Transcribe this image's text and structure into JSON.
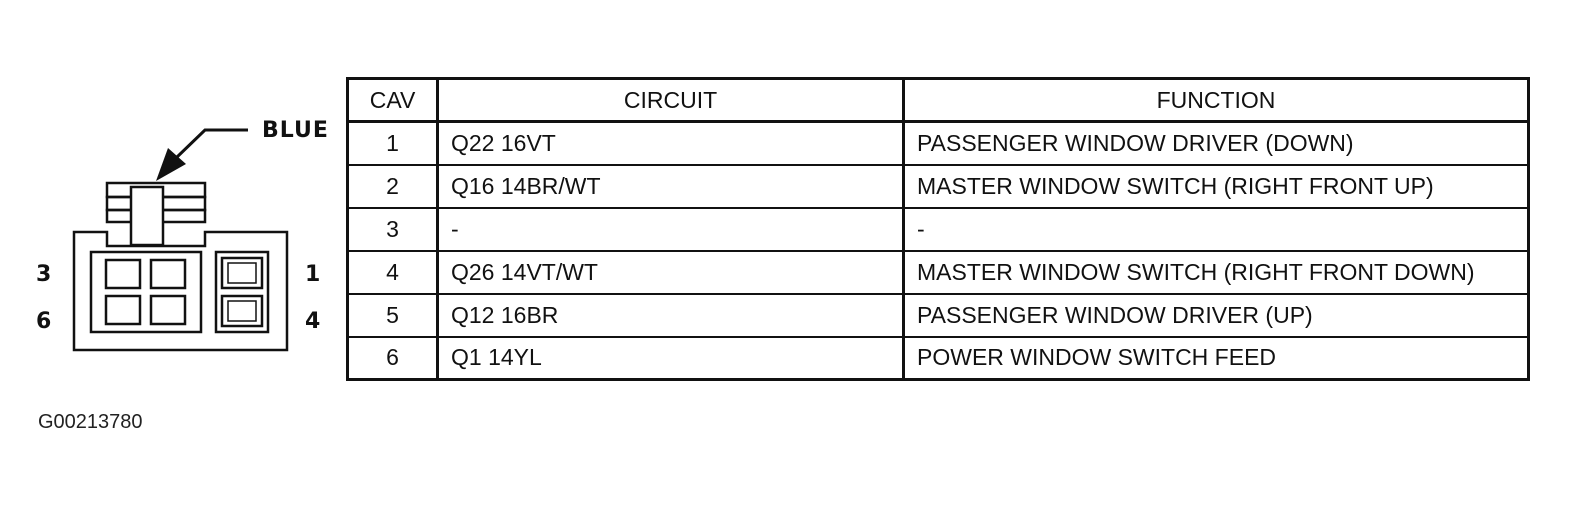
{
  "connector": {
    "color_label": "BLUE",
    "pin_labels": {
      "left_top": "3",
      "left_bottom": "6",
      "right_top": "1",
      "right_bottom": "4"
    }
  },
  "figure_id": "G00213780",
  "table": {
    "headers": [
      "CAV",
      "CIRCUIT",
      "FUNCTION"
    ],
    "rows": [
      {
        "cav": "1",
        "circuit": "Q22 16VT",
        "function": "PASSENGER WINDOW DRIVER (DOWN)"
      },
      {
        "cav": "2",
        "circuit": "Q16 14BR/WT",
        "function": "MASTER WINDOW SWITCH (RIGHT FRONT UP)"
      },
      {
        "cav": "3",
        "circuit": "-",
        "function": "-"
      },
      {
        "cav": "4",
        "circuit": "Q26 14VT/WT",
        "function": "MASTER WINDOW SWITCH (RIGHT FRONT DOWN)"
      },
      {
        "cav": "5",
        "circuit": "Q12 16BR",
        "function": "PASSENGER WINDOW DRIVER (UP)"
      },
      {
        "cav": "6",
        "circuit": "Q1 14YL",
        "function": "POWER WINDOW SWITCH FEED"
      }
    ]
  }
}
